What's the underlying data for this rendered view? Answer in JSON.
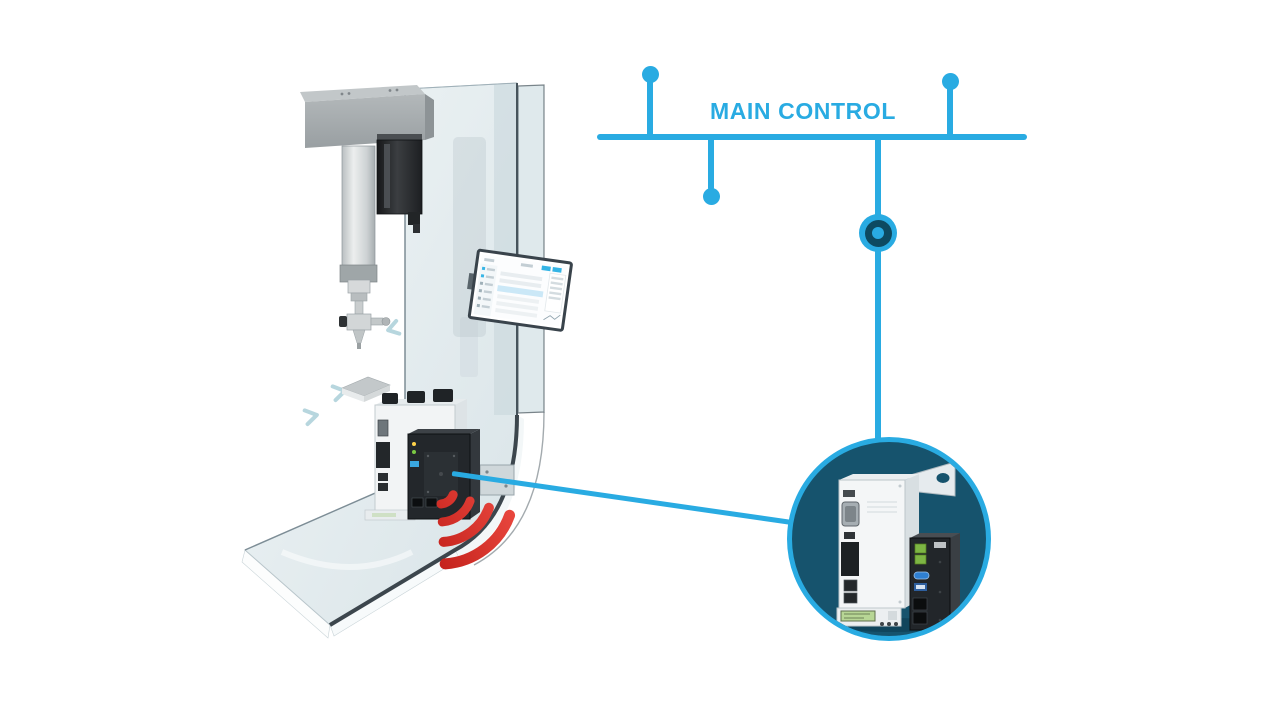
{
  "network": {
    "label": "MAIN CONTROL",
    "line_color": "#29ABE2",
    "node_fill_color": "#29ABE2",
    "ring_node_inner_color": "#0D4A61"
  },
  "inset": {
    "background_color": "#16536D",
    "ring_color": "#29ABE2"
  },
  "machine": {
    "wifi_signal_color": "#E5342B",
    "glass_tint_color": "#DCE7EA",
    "screen_accent_color": "#34B4E5"
  },
  "icons": {
    "wifi": "wifi-signal-arcs",
    "bus_node": "filled-circle-dot",
    "ring_node": "concentric-ring-marker"
  }
}
